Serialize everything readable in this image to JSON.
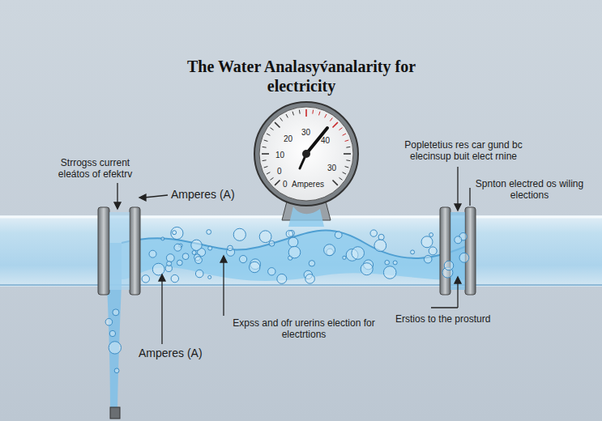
{
  "diagram": {
    "title": "The Water Analasyv́analarity for electricity",
    "labels": [
      "Strrogss current eleátos of efektrv",
      "Amperes (A)",
      "Popletetius res car gund bc elecinsup buit elect rnine",
      "Spnton electred os wiling elections",
      "Expss and ofr urerins election for electrtions",
      "Erstios to the prosturd",
      "Amperes (A)",
      "30",
      "20",
      "40",
      "10",
      "0",
      "30",
      "0",
      "Amperes"
    ]
  }
}
